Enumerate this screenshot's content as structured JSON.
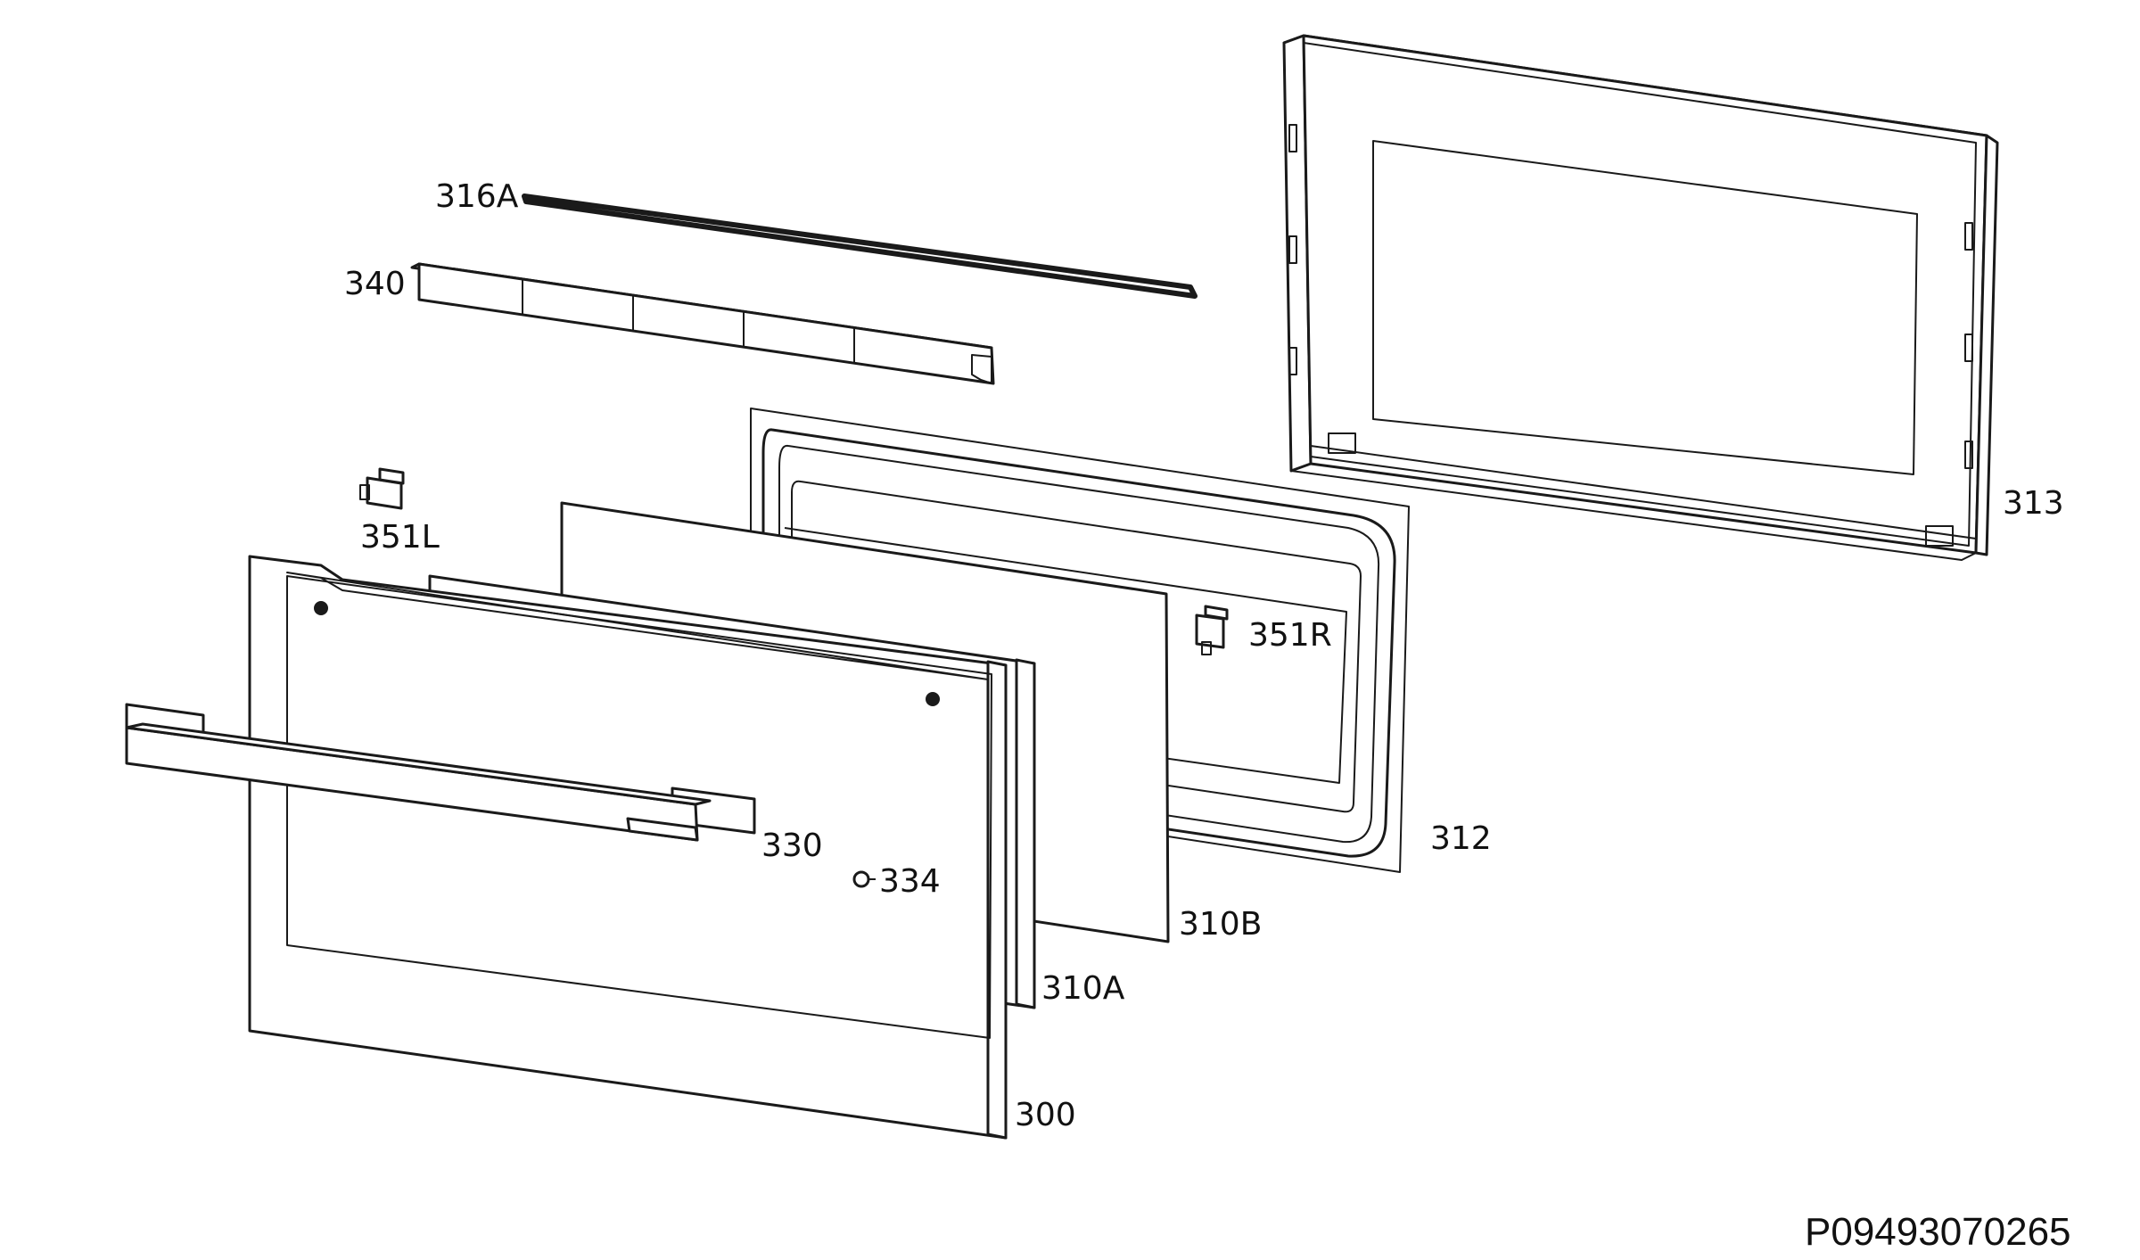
{
  "diagram": {
    "document_number": "P09493070265",
    "labels": {
      "p300": "300",
      "p310A": "310A",
      "p310B": "310B",
      "p312": "312",
      "p313": "313",
      "p316A": "316A",
      "p330": "330",
      "p334": "334",
      "p340": "340",
      "p351L": "351L",
      "p351R": "351R"
    }
  }
}
